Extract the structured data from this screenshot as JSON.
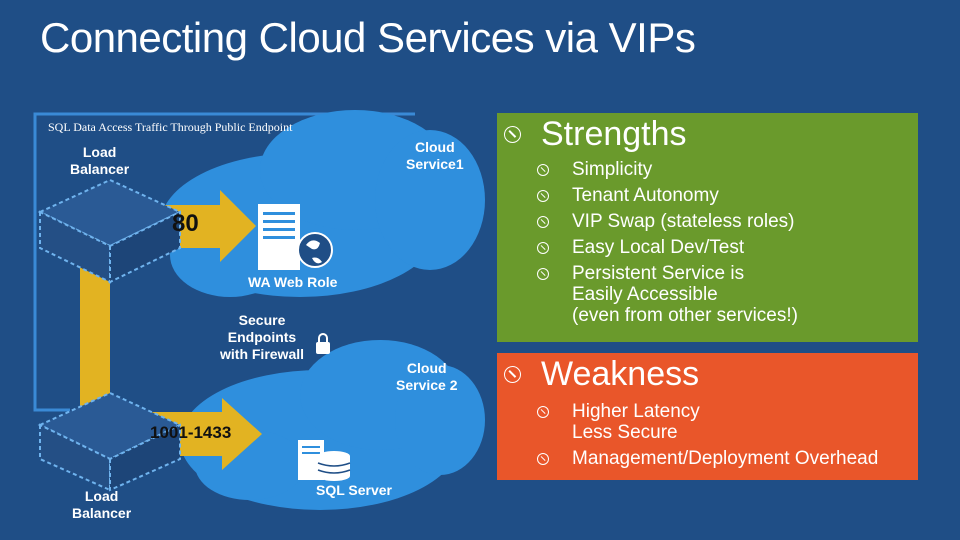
{
  "title": "Connecting Cloud Services via VIPs",
  "diagram": {
    "traffic_label": "SQL Data Access Traffic Through Public Endpoint",
    "load_balancer_top": "Load\nBalancer",
    "load_balancer_bottom": "Load\nBalancer",
    "cloud_service_1": "Cloud\nService1",
    "cloud_service_2": "Cloud\nService 2",
    "port_top": "80",
    "port_bottom": "1001-1433",
    "web_role_label": "WA Web Role",
    "firewall_label": "Secure\nEndpoints\nwith Firewall",
    "sql_label": "SQL Server"
  },
  "strengths": {
    "heading": "Strengths",
    "items": [
      "Simplicity",
      "Tenant Autonomy",
      "VIP Swap (stateless roles)",
      "Easy Local Dev/Test",
      "Persistent Service is\nEasily Accessible\n(even from other services!)"
    ]
  },
  "weakness": {
    "heading": "Weakness",
    "items": [
      "Higher Latency\nLess Secure",
      "Management/Deployment Overhead"
    ]
  },
  "colors": {
    "background": "#1f4e86",
    "strengths_panel": "#6a9a2c",
    "weakness_panel": "#e9562a",
    "arrow": "#e2b322",
    "cloud": "#2e8fde"
  }
}
